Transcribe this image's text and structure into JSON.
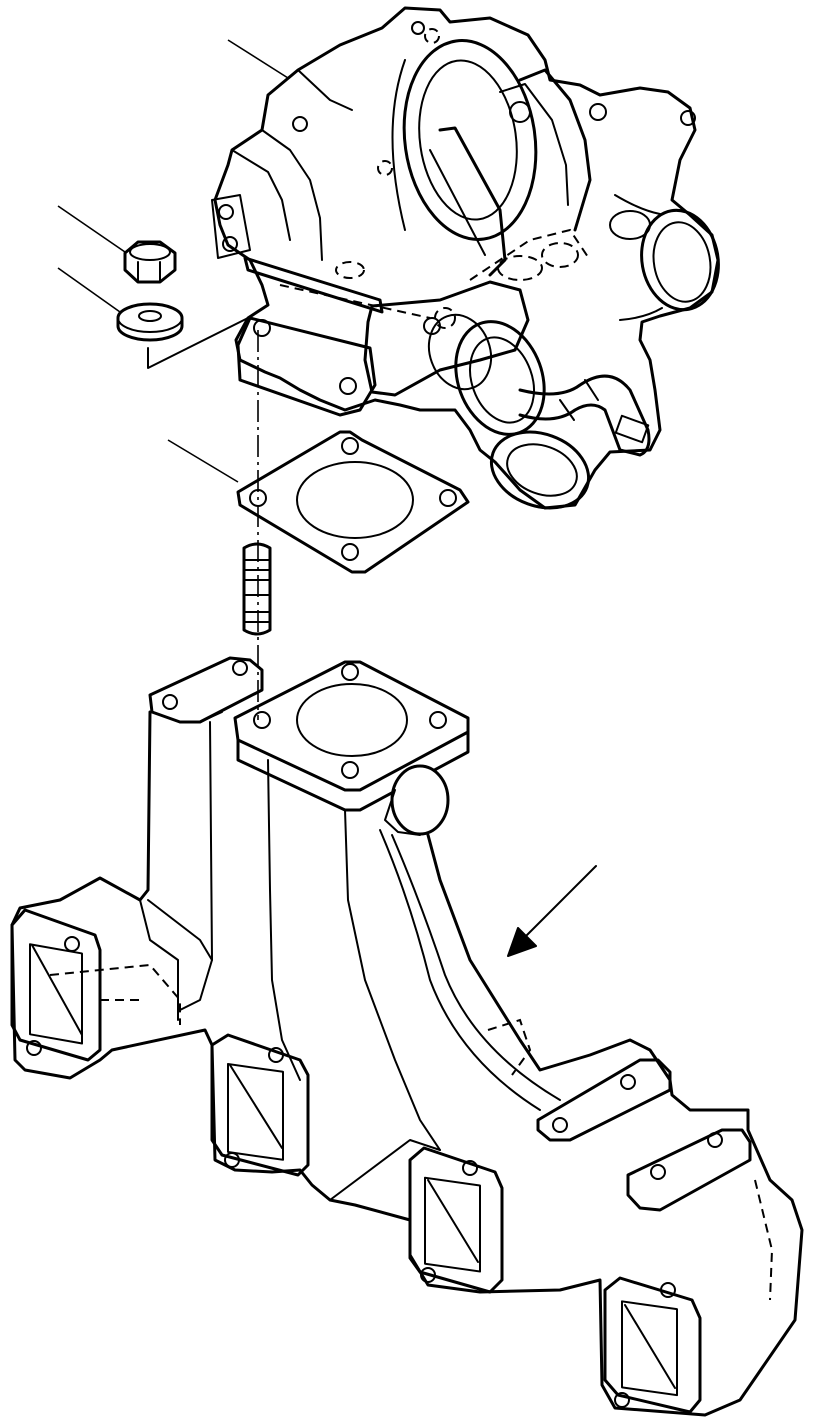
{
  "diagram": {
    "style": "exploded-view line drawing",
    "colors": {
      "ink": "#000000",
      "paper": "#ffffff"
    },
    "parts": [
      {
        "id": "turbocharger",
        "leader": true
      },
      {
        "id": "nut",
        "leader": true
      },
      {
        "id": "washer",
        "leader": true
      },
      {
        "id": "gasket",
        "leader": true
      },
      {
        "id": "stud",
        "leader": false
      },
      {
        "id": "exhaust-manifold",
        "leader": false,
        "indicated_by": "arrow"
      }
    ]
  }
}
